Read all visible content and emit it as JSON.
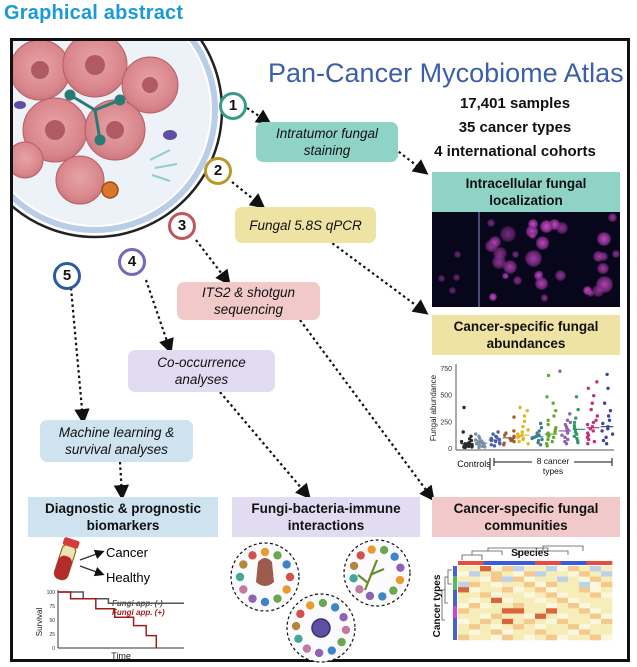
{
  "header": {
    "label": "Graphical abstract"
  },
  "atlas": {
    "title": "Pan-Cancer Mycobiome Atlas",
    "stats": [
      "17,401 samples",
      "35 cancer types",
      "4 international cohorts"
    ]
  },
  "steps": [
    {
      "number": "1",
      "label": "Intratumor fungal staining",
      "color": "#3a9b8a",
      "fill": "#8fd3c7"
    },
    {
      "number": "2",
      "label": "Fungal 5.8S qPCR",
      "color": "#b89a2b",
      "fill": "#efe3a3"
    },
    {
      "number": "3",
      "label": "ITS2 & shotgun sequencing",
      "color": "#c0565d",
      "fill": "#f1c9c9"
    },
    {
      "number": "4",
      "label": "Co-occurrence analyses",
      "color": "#7a66b8",
      "fill": "#e2dcf3"
    },
    {
      "number": "5",
      "label": "Machine learning & survival analyses",
      "color": "#2e5b9f",
      "fill": "#cfe2f0"
    }
  ],
  "panels": {
    "localization": {
      "title": "Intracellular fungal localization",
      "fill": "#8fd3c7"
    },
    "abundance": {
      "title": "Cancer-specific fungal abundances",
      "fill": "#efe3a3"
    },
    "biomarkers": {
      "title": "Diagnostic & prognostic biomarkers",
      "fill": "#cfe2f0"
    },
    "interactions": {
      "title": "Fungi-bacteria-immune interactions",
      "fill": "#e2dcf3"
    },
    "communities": {
      "title": "Cancer-specific fungal communities",
      "fill": "#f1c9c9"
    }
  },
  "biomarkers": {
    "outcome_cancer": "Cancer",
    "outcome_healthy": "Healthy"
  },
  "chart_data": [
    {
      "type": "scatter",
      "ylabel": "Fungal abundance",
      "ylim": [
        0,
        750
      ],
      "yticks": [
        0,
        250,
        500,
        750
      ],
      "controls_label": "Controls",
      "group_label": "8 cancer types",
      "groups": [
        {
          "name": "Controls",
          "color": "#2b2b2b",
          "median": 40,
          "values": [
            5,
            8,
            10,
            12,
            15,
            18,
            20,
            22,
            25,
            28,
            30,
            35,
            40,
            45,
            50,
            60,
            70,
            85,
            110,
            150,
            380
          ]
        },
        {
          "name": "Controls",
          "color": "#7d8fa6",
          "median": 45,
          "values": [
            5,
            10,
            15,
            20,
            25,
            30,
            35,
            40,
            45,
            50,
            55,
            60,
            65,
            75,
            90,
            110,
            130
          ]
        },
        {
          "name": "",
          "color": "#4b5fa8",
          "median": 75,
          "values": [
            20,
            30,
            40,
            50,
            60,
            70,
            75,
            80,
            90,
            100,
            110,
            130,
            150
          ]
        },
        {
          "name": "",
          "color": "#a05b2f",
          "median": 95,
          "values": [
            30,
            45,
            60,
            70,
            80,
            90,
            100,
            110,
            120,
            140,
            160,
            290
          ]
        },
        {
          "name": "",
          "color": "#e0b820",
          "median": 120,
          "values": [
            40,
            60,
            80,
            90,
            100,
            110,
            120,
            130,
            150,
            170,
            200,
            250,
            300,
            350,
            380
          ]
        },
        {
          "name": "",
          "color": "#3d7f8e",
          "median": 105,
          "values": [
            30,
            50,
            70,
            80,
            90,
            100,
            110,
            120,
            140,
            160,
            190,
            230
          ]
        },
        {
          "name": "",
          "color": "#66a832",
          "median": 130,
          "values": [
            20,
            40,
            60,
            80,
            100,
            110,
            120,
            130,
            140,
            150,
            170,
            190,
            220,
            260,
            300,
            350,
            420,
            480,
            680
          ]
        },
        {
          "name": "",
          "color": "#8d63b3",
          "median": 160,
          "values": [
            40,
            60,
            80,
            100,
            120,
            140,
            160,
            170,
            180,
            200,
            220,
            240,
            260,
            320,
            720
          ]
        },
        {
          "name": "",
          "color": "#2f9a67",
          "median": 175,
          "values": [
            50,
            70,
            90,
            110,
            130,
            150,
            170,
            190,
            210,
            240,
            280,
            360,
            480
          ]
        },
        {
          "name": "",
          "color": "#c2307c",
          "median": 190,
          "values": [
            40,
            60,
            80,
            100,
            120,
            140,
            160,
            180,
            200,
            220,
            240,
            260,
            300,
            360,
            420,
            490,
            560,
            620
          ]
        },
        {
          "name": "",
          "color": "#39469e",
          "median": 200,
          "values": [
            40,
            70,
            100,
            130,
            160,
            180,
            200,
            230,
            260,
            300,
            350,
            420,
            560,
            690
          ]
        }
      ]
    },
    {
      "type": "line",
      "xlabel": "Time",
      "ylabel": "Survival",
      "ylim": [
        0,
        100
      ],
      "yticks": [
        0,
        25,
        50,
        75,
        100
      ],
      "series": [
        {
          "name": "Fungi app. (-)",
          "color": "#555555",
          "x": [
            0,
            2,
            2,
            4,
            4,
            10
          ],
          "y": [
            100,
            100,
            88,
            88,
            80,
            80
          ]
        },
        {
          "name": "Fungi app. (+)",
          "color": "#a01d1d",
          "x": [
            0,
            1,
            1,
            3,
            3,
            4.5,
            4.5,
            6,
            6,
            7,
            7,
            7.8,
            7.8
          ],
          "y": [
            100,
            100,
            88,
            88,
            70,
            70,
            55,
            55,
            40,
            40,
            22,
            22,
            0
          ]
        }
      ]
    },
    {
      "type": "heatmap",
      "title": "Species",
      "ylabel": "Cancer types",
      "rows": 14,
      "cols": 14,
      "values": [
        [
          0.5,
          0.4,
          0.9,
          0.3,
          0.6,
          0.2,
          0.4,
          0.5,
          0.1,
          0.3,
          0.6,
          0.4,
          0.2,
          0.5
        ],
        [
          0.3,
          0.2,
          0.4,
          0.7,
          0.5,
          0.3,
          0.6,
          0.2,
          0.4,
          0.5,
          0.3,
          0.6,
          0.4,
          0.2
        ],
        [
          0.4,
          0.5,
          0.3,
          0.6,
          0.2,
          0.6,
          0.3,
          0.4,
          0.5,
          0.2,
          0.4,
          0.3,
          0.6,
          0.4
        ],
        [
          0.2,
          0.6,
          0.4,
          0.3,
          0.5,
          0.4,
          0.7,
          0.3,
          0.6,
          0.4,
          0.5,
          0.2,
          0.3,
          0.6
        ],
        [
          0.9,
          0.3,
          0.5,
          0.4,
          0.6,
          0.3,
          0.4,
          0.6,
          0.3,
          0.5,
          0.4,
          0.6,
          0.3,
          0.4
        ],
        [
          0.4,
          0.5,
          0.6,
          0.3,
          0.4,
          0.5,
          0.3,
          0.4,
          0.6,
          0.3,
          0.5,
          0.4,
          0.6,
          0.3
        ],
        [
          0.5,
          0.3,
          0.4,
          0.8,
          0.3,
          0.4,
          0.5,
          0.3,
          0.4,
          0.6,
          0.3,
          0.5,
          0.4,
          0.5
        ],
        [
          0.3,
          0.6,
          0.3,
          0.5,
          0.4,
          0.6,
          0.4,
          0.5,
          0.3,
          0.4,
          0.6,
          0.3,
          0.5,
          0.4
        ],
        [
          0.6,
          0.4,
          0.5,
          0.4,
          0.8,
          0.9,
          0.5,
          0.4,
          0.9,
          0.5,
          0.4,
          0.6,
          0.3,
          0.5
        ],
        [
          0.4,
          0.5,
          0.3,
          0.6,
          0.4,
          0.5,
          0.3,
          0.8,
          0.4,
          0.3,
          0.5,
          0.4,
          0.6,
          0.3
        ],
        [
          0.3,
          0.4,
          0.6,
          0.5,
          0.9,
          0.4,
          0.6,
          0.5,
          0.3,
          0.6,
          0.4,
          0.5,
          0.3,
          0.6
        ],
        [
          0.5,
          0.6,
          0.4,
          0.3,
          0.5,
          0.6,
          0.4,
          0.3,
          0.5,
          0.4,
          0.6,
          0.3,
          0.5,
          0.4
        ],
        [
          0.4,
          0.3,
          0.5,
          0.6,
          0.3,
          0.4,
          0.5,
          0.6,
          0.4,
          0.5,
          0.3,
          0.6,
          0.4,
          0.5
        ],
        [
          0.6,
          0.5,
          0.4,
          0.3,
          0.6,
          0.5,
          0.3,
          0.4,
          0.6,
          0.3,
          0.5,
          0.4,
          0.6,
          0.3
        ]
      ]
    }
  ]
}
